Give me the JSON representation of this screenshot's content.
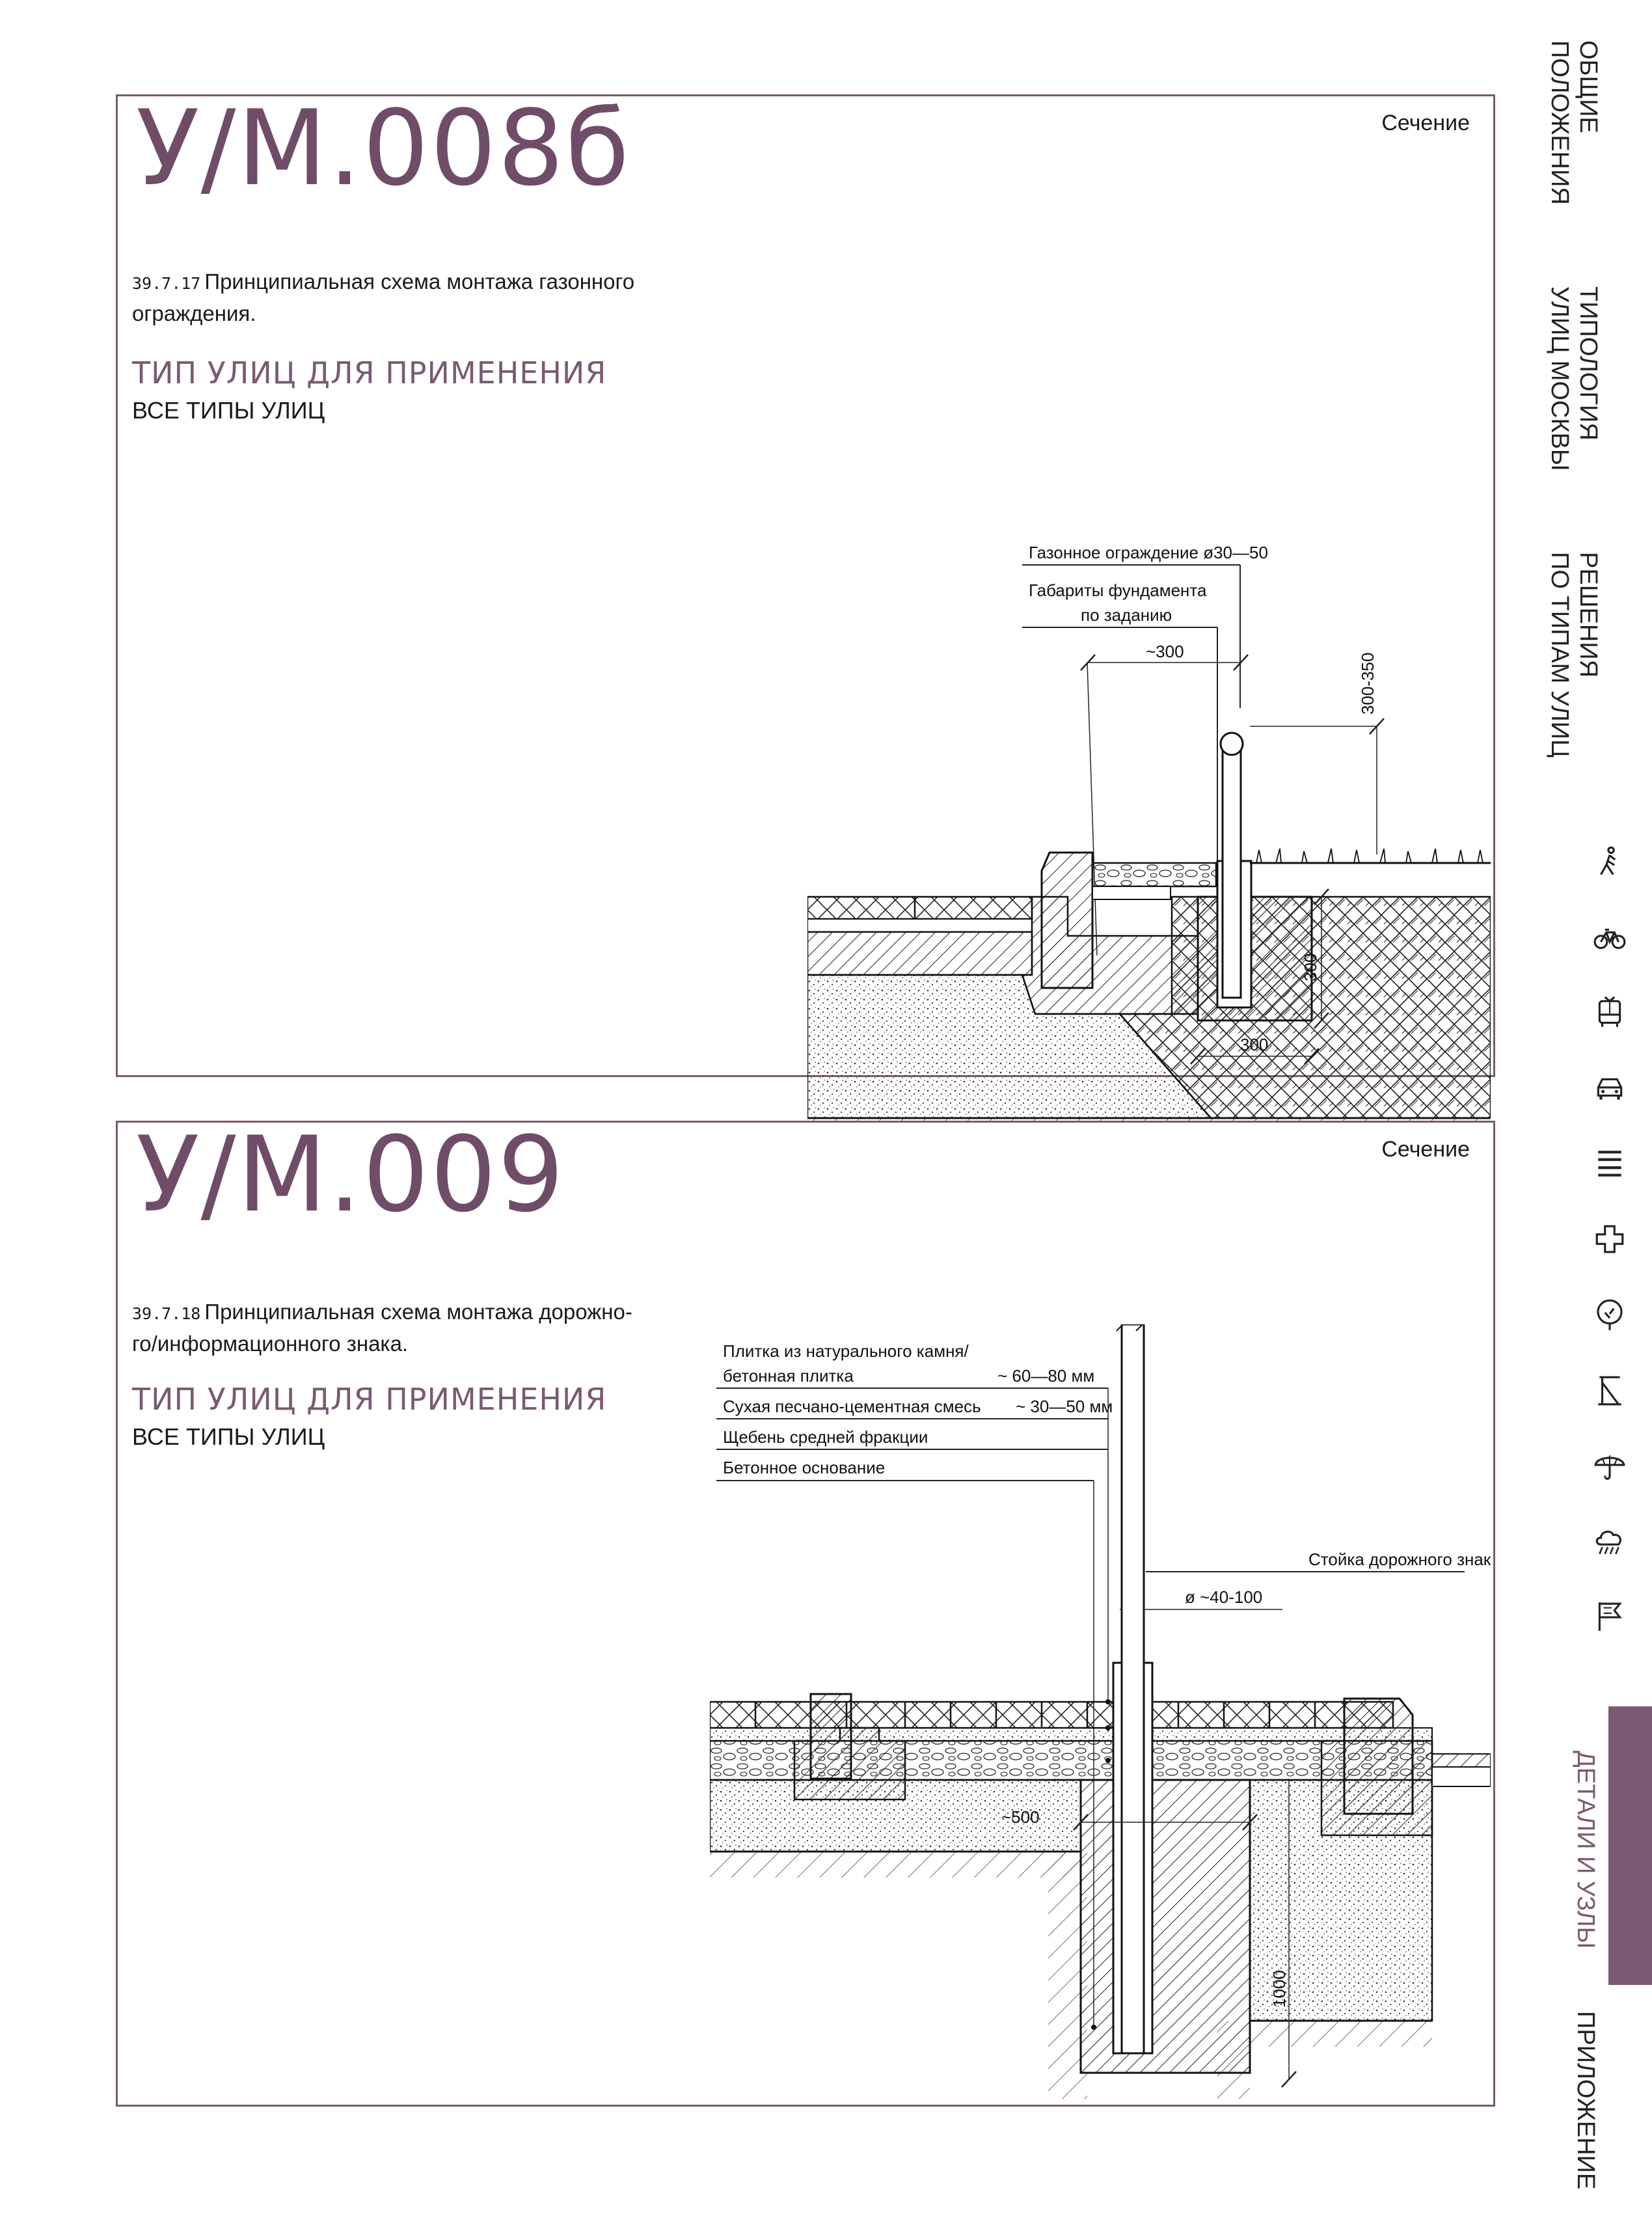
{
  "panel1": {
    "code": "У/М.008б",
    "section": "Сечение",
    "desc_num": "39.7.17",
    "desc_text": "Принципиальная схема монтажа газонного ограждения.",
    "type_heading": "ТИП УЛИЦ ДЛЯ ПРИМЕНЕНИЯ",
    "type_value": "ВСЕ ТИПЫ УЛИЦ",
    "drawing": {
      "label_fence": "Газонное ограждение  ø30—50",
      "label_found_1": "Габариты фундамента",
      "label_found_2": "по заданию",
      "dim_300_top": "~300",
      "dim_height": "300-350",
      "dim_300_right": "300",
      "dim_300_bottom": "300"
    }
  },
  "panel2": {
    "code": "У/М.009",
    "section": "Сечение",
    "desc_num": "39.7.18",
    "desc_text_1": "Принципиальная схема монтажа дорожно-",
    "desc_text_2": "го/информационного знака.",
    "type_heading": "ТИП УЛИЦ ДЛЯ ПРИМЕНЕНИЯ",
    "type_value": "ВСЕ ТИПЫ УЛИЦ",
    "drawing": {
      "layer1_a": "Плитка из натурального камня/",
      "layer1_b": "бетонная плитка",
      "layer1_dim": "~ 60—80 мм",
      "layer2": "Сухая песчано-цементная  смесь",
      "layer2_dim": "~ 30—50 мм",
      "layer3": "Щебень средней фракции",
      "layer4": "Бетонное основание",
      "post_label": "Стойка дорожного знака",
      "post_dim": "ø ~40-100",
      "dim_500": "~500",
      "dim_1000": "1000"
    }
  },
  "nav": {
    "item1_a": "ОБЩИЕ",
    "item1_b": "ПОЛОЖЕНИЯ",
    "item2_a": "ТИПОЛОГИЯ",
    "item2_b": "УЛИЦ МОСКВЫ",
    "item3_a": "РЕШЕНИЯ",
    "item3_b": "ПО ТИПАМ УЛИЦ",
    "item4": "ДЕТАЛИ И УЗЛЫ",
    "item5": "ПРИЛОЖЕНИЕ"
  },
  "icons": [
    "pedestrian-icon",
    "bicycle-icon",
    "bus-icon",
    "car-icon",
    "lanes-icon",
    "medical-cross-icon",
    "tree-icon",
    "bus-stop-icon",
    "umbrella-icon",
    "weather-icon",
    "sign-icon"
  ],
  "colors": {
    "accent": "#7a5a72"
  }
}
